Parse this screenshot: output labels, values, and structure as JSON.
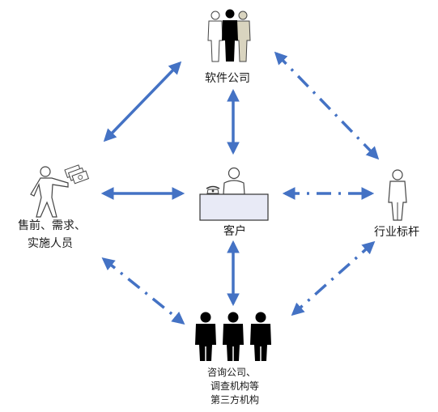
{
  "nodes": {
    "software_company": {
      "label": "软件公司"
    },
    "presales": {
      "label_line1": "售前、需求、",
      "label_line2": "实施人员"
    },
    "customer": {
      "label": "客户"
    },
    "benchmark": {
      "label": "行业标杆"
    },
    "third_party": {
      "label_line1": "咨询公司、",
      "label_line2": "调查机构等",
      "label_line3": "第三方机构"
    }
  },
  "colors": {
    "arrow": "#4472c4",
    "figure_outline": "#444444",
    "figure_fill": "#ffffff",
    "figure_dark": "#000000",
    "figure_beige": "#d9d4bf",
    "desk_fill": "#e8eaf6"
  },
  "icons": [
    "person-group-icon",
    "person-with-money-icon",
    "person-at-desk-icon",
    "person-icon",
    "dark-person-group-icon",
    "telephone-icon"
  ]
}
